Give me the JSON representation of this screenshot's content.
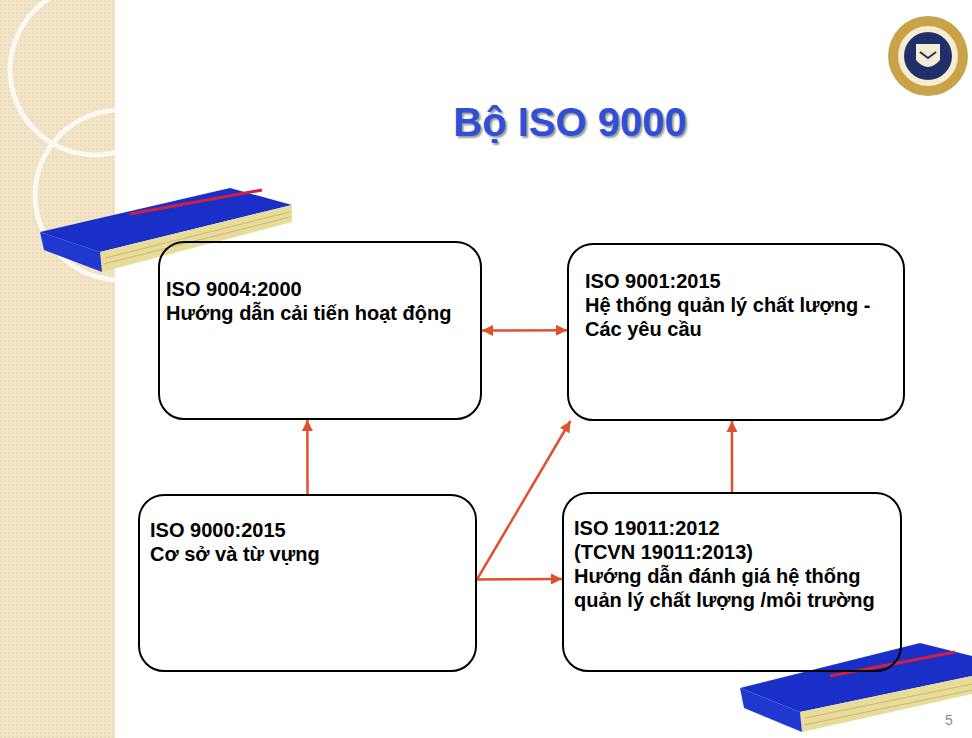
{
  "diagram": {
    "title": "Bộ ISO 9000",
    "nodes": [
      {
        "text": [
          "ISO 9004:2000",
          "Hướng dẫn cải tiến hoạt động"
        ]
      },
      {
        "text": [
          "ISO 9001:2015",
          "Hệ thống quản lý chất lượng - Các yêu cầu"
        ]
      },
      {
        "text": [
          "ISO 9000:2015",
          "Cơ sở và từ vựng"
        ]
      },
      {
        "text": [
          "ISO 19011:2012",
          "(TCVN 19011:2013)",
          "Hướng dẫn đánh giá hệ thống quản lý chất lượng /môi trường"
        ]
      }
    ],
    "edges": [
      {
        "from": 0,
        "to": 1,
        "arrow": "both"
      },
      {
        "from": 2,
        "to": 0,
        "arrow": "to"
      },
      {
        "from": 2,
        "to": 1,
        "arrow": "to"
      },
      {
        "from": 2,
        "to": 3,
        "arrow": "to"
      },
      {
        "from": 3,
        "to": 1,
        "arrow": "to"
      }
    ],
    "labels": [
      "5"
    ]
  }
}
